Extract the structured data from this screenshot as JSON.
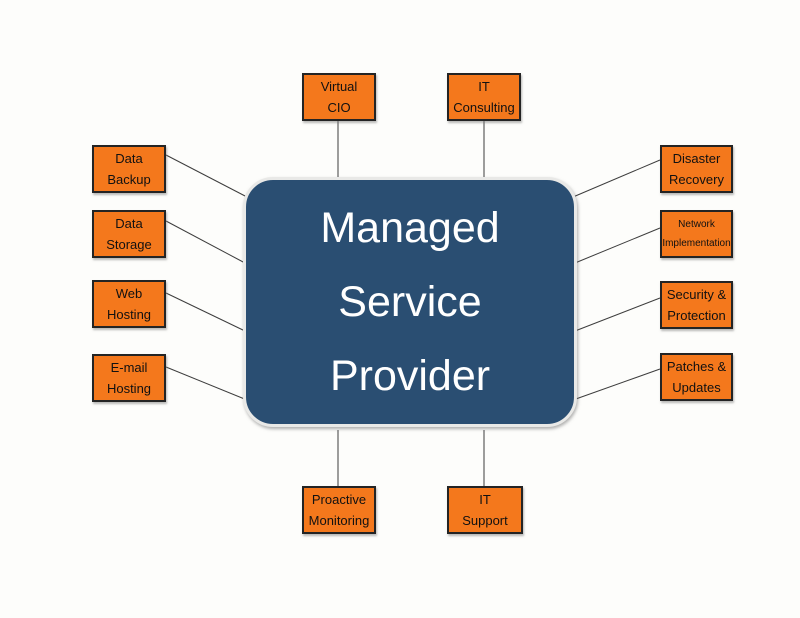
{
  "colors": {
    "background": "#FDFDFB",
    "node_fill": "#F4781C",
    "node_border": "#242424",
    "node_text": "#111111",
    "center_fill": "#2A4E72",
    "center_border": "#E9E9E7",
    "center_text": "#FFFFFF",
    "connector": "#3D3D3D"
  },
  "center": {
    "lines": [
      "Managed",
      "Service",
      "Provider"
    ]
  },
  "nodes": {
    "virtual_cio": {
      "lines": [
        "Virtual",
        "CIO"
      ]
    },
    "it_consulting": {
      "lines": [
        "IT",
        "Consulting"
      ]
    },
    "data_backup": {
      "lines": [
        "Data",
        "Backup"
      ]
    },
    "data_storage": {
      "lines": [
        "Data",
        "Storage"
      ]
    },
    "web_hosting": {
      "lines": [
        "Web",
        "Hosting"
      ]
    },
    "email_hosting": {
      "lines": [
        "E-mail",
        "Hosting"
      ]
    },
    "disaster_recovery": {
      "lines": [
        "Disaster",
        "Recovery"
      ]
    },
    "network_implementation": {
      "lines": [
        "Network",
        "Implementation"
      ]
    },
    "security_protection": {
      "lines": [
        "Security &",
        "Protection"
      ]
    },
    "patches_updates": {
      "lines": [
        "Patches &",
        "Updates"
      ]
    },
    "proactive_monitoring": {
      "lines": [
        "Proactive",
        "Monitoring"
      ]
    },
    "it_support": {
      "lines": [
        "IT",
        "Support"
      ]
    }
  }
}
